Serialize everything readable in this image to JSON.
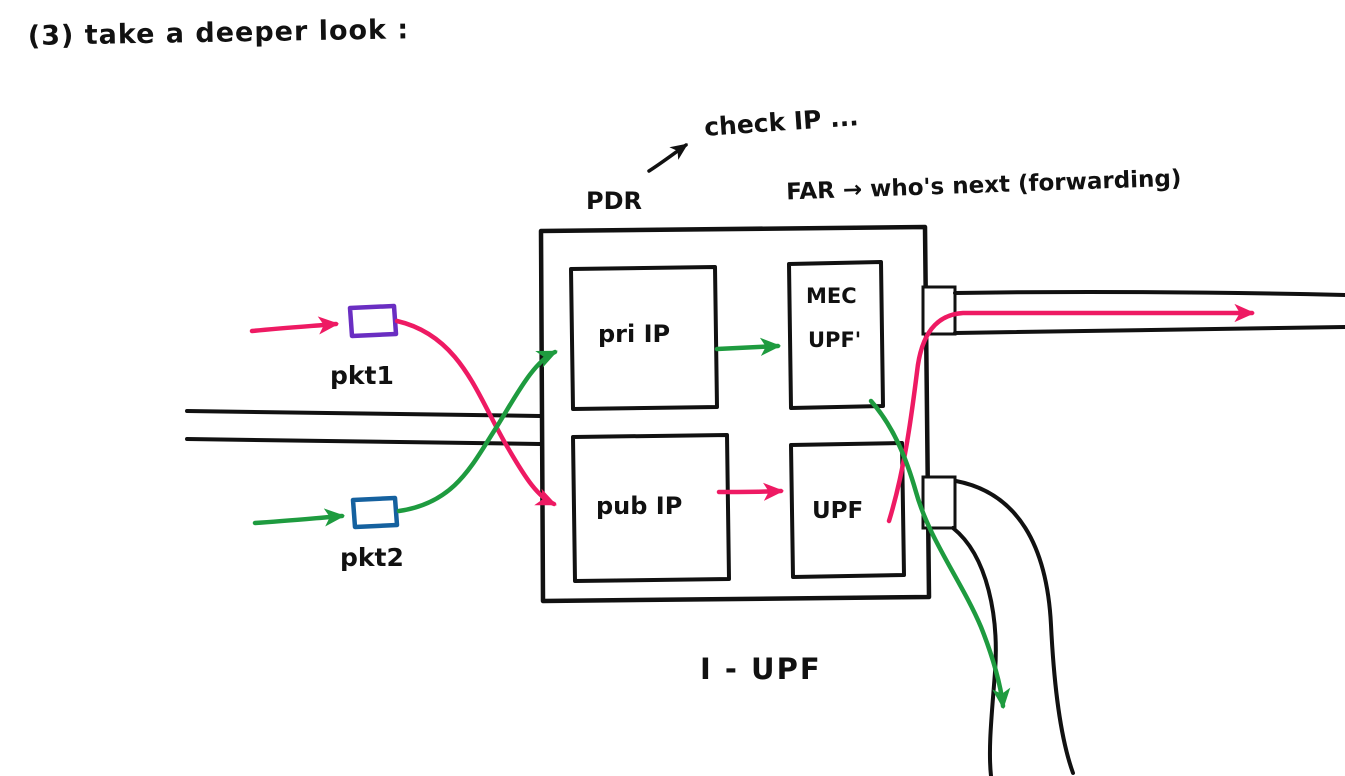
{
  "title": "(3) take a deeper look :",
  "annotations": {
    "check_ip": "check IP ...",
    "pdr": "PDR",
    "far": "FAR → who's next (forwarding)"
  },
  "node_box": {
    "pri_ip": "pri IP",
    "pub_ip": "pub IP",
    "mec_upf_line1": "MEC",
    "mec_upf_line2": "UPF'",
    "upf": "UPF",
    "caption": "I - UPF"
  },
  "packets": {
    "pkt1": "pkt1",
    "pkt2": "pkt2"
  },
  "colors": {
    "ink": "#111111",
    "flow_pink": "#ee1a63",
    "flow_green": "#1e9b3f",
    "pkt1_purple": "#6a2ec2",
    "pkt2_blue": "#15619f"
  }
}
